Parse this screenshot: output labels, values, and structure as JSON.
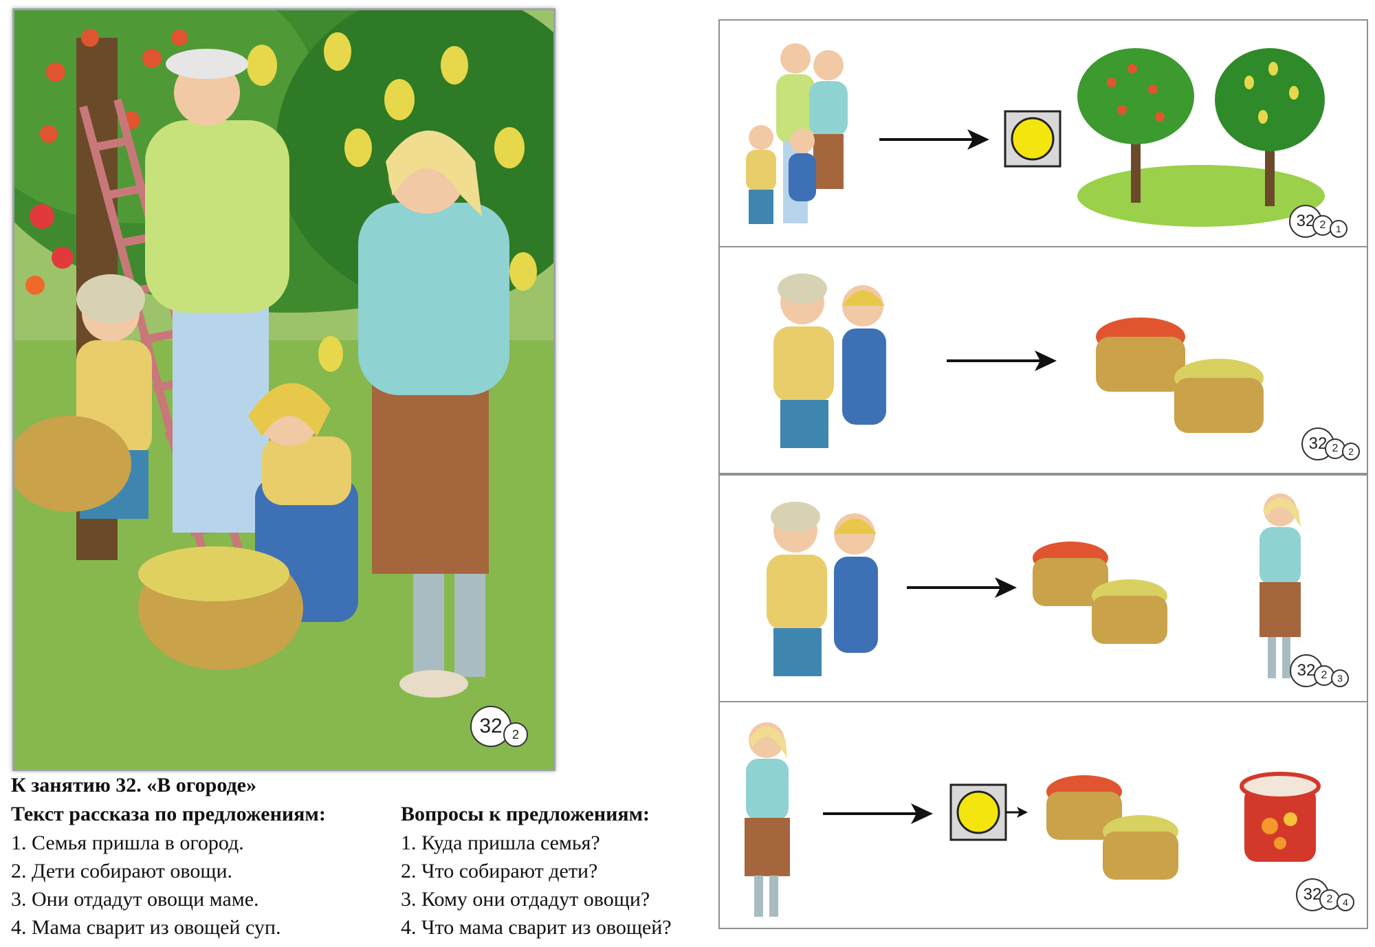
{
  "scene": {
    "badge_number": "32",
    "badge_sub": "2"
  },
  "text": {
    "title": "К занятию 32. «В огороде»",
    "story_heading": "Текст рассказа по предложениям:",
    "questions_heading": "Вопросы к предложениям:",
    "story_lines": [
      "1. Семья пришла в огород.",
      "2. Дети собирают овощи.",
      "3. Они отдадут овощи маме.",
      "4. Мама сварит из овощей суп."
    ],
    "question_lines": [
      "1. Куда пришла семья?",
      "2. Что собирают дети?",
      "3. Кому они отдадут овощи?",
      "4. Что мама сварит из овощей?"
    ]
  },
  "panels": [
    {
      "badge_number": "32",
      "badge_sub_a": "2",
      "badge_sub_b": "1"
    },
    {
      "badge_number": "32",
      "badge_sub_a": "2",
      "badge_sub_b": "2"
    },
    {
      "badge_number": "32",
      "badge_sub_a": "2",
      "badge_sub_b": "3"
    },
    {
      "badge_number": "32",
      "badge_sub_a": "2",
      "badge_sub_b": "4"
    }
  ],
  "colors": {
    "pictogram_yellow": "#f5e50f",
    "pictogram_square": "#d8d8d8",
    "panel_border": "#8a9294",
    "arrow": "#111111"
  }
}
